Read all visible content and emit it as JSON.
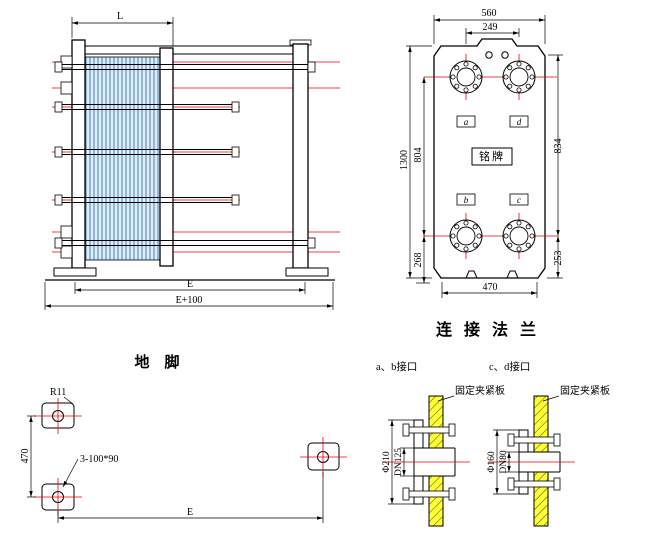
{
  "drawing": {
    "side_view": {
      "dim_l": "L",
      "dim_e": "E",
      "dim_e_plus": "E+100"
    },
    "front_view": {
      "dim_width": "560",
      "dim_port_span": "249",
      "dim_height": "1300",
      "dim_port_height": "804",
      "dim_bottom_left": "268",
      "dim_right": "834",
      "dim_bottom_right": "253",
      "dim_foot_span": "470",
      "port_a": "a",
      "port_b": "b",
      "port_c": "c",
      "port_d": "d",
      "nameplate": "铭牌"
    },
    "titles": {
      "flange": "连 接 法 兰",
      "foot": "地　脚"
    },
    "foundation": {
      "radius": "R11",
      "dim_vertical": "470",
      "holes": "3-100*90",
      "dim_e": "E"
    },
    "details": {
      "ab_title": "a、b接口",
      "cd_title": "c、d接口",
      "left": {
        "clamp": "固定夹紧板",
        "od": "Φ210",
        "dn": "DN125"
      },
      "right": {
        "clamp": "固定夹紧板",
        "od": "Φ160",
        "dn": "DN80"
      }
    },
    "colors": {
      "centerline": "#e60000",
      "plate_pack_fill": "#ddeef8",
      "plate_pack_line": "#4a7fb5",
      "clamp_fill": "#ffff33"
    }
  }
}
